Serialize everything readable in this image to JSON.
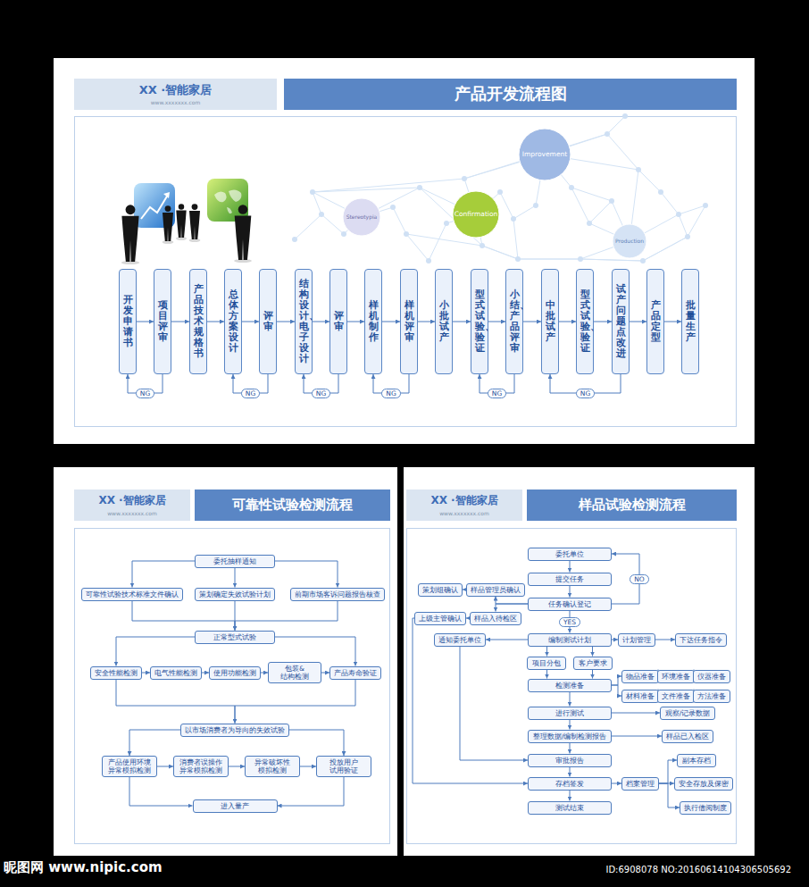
{
  "diagram": {
    "title": "产品开发流程图",
    "nodes": [
      {
        "text": [
          "Stereotypia"
        ]
      },
      {
        "text": [
          "Confirmation"
        ]
      },
      {
        "text": [
          "Improvement"
        ]
      },
      {
        "text": [
          "Production"
        ]
      },
      {
        "text": [
          "开发申请书"
        ]
      },
      {
        "text": [
          "项目评审"
        ]
      },
      {
        "text": [
          "产品技术规格书"
        ]
      },
      {
        "text": [
          "总体方案设计"
        ]
      },
      {
        "text": [
          "评审"
        ]
      },
      {
        "text": [
          "结构设计、电子设计"
        ]
      },
      {
        "text": [
          "评审"
        ]
      },
      {
        "text": [
          "样机制作"
        ]
      },
      {
        "text": [
          "样机评审"
        ]
      },
      {
        "text": [
          "小批试产"
        ]
      },
      {
        "text": [
          "型式试验、验证"
        ]
      },
      {
        "text": [
          "小结、产品评审"
        ]
      },
      {
        "text": [
          "中批试产"
        ]
      },
      {
        "text": [
          "型式试验、验证"
        ]
      },
      {
        "text": [
          "试产问题点改进"
        ]
      },
      {
        "text": [
          "产品定型"
        ]
      },
      {
        "text": [
          "批量生产"
        ]
      },
      {
        "text": [
          "委托抽样通知"
        ]
      },
      {
        "text": [
          "可靠性试验技术标准文件确认"
        ]
      },
      {
        "text": [
          "策划确定失效试验计划"
        ]
      },
      {
        "text": [
          "前期市场客诉问题报告核查"
        ]
      },
      {
        "text": [
          "正常型式试验"
        ]
      },
      {
        "text": [
          "安全性能检测"
        ]
      },
      {
        "text": [
          "电气性能检测"
        ]
      },
      {
        "text": [
          "使用功能检测"
        ]
      },
      {
        "text": [
          "包装&结构检测"
        ]
      },
      {
        "text": [
          "产品寿命验证"
        ]
      },
      {
        "text": [
          "以市场消费者为导向的失效试验"
        ]
      },
      {
        "text": [
          "产品使用环境 异常模拟检测"
        ]
      },
      {
        "text": [
          "消费者误操作 异常模拟检测"
        ]
      },
      {
        "text": [
          "异常破坏性 模拟检测"
        ]
      },
      {
        "text": [
          "投放用户 试用验证"
        ]
      },
      {
        "text": [
          "进入量产"
        ]
      },
      {
        "text": [
          "委托单位"
        ]
      },
      {
        "text": [
          "提交任务"
        ]
      },
      {
        "text": [
          "策划组确认"
        ]
      },
      {
        "text": [
          "样品管理员确认"
        ]
      },
      {
        "text": [
          "任务确认登记"
        ]
      },
      {
        "text": [
          "上级主管确认"
        ]
      },
      {
        "text": [
          "样品入待检区"
        ]
      },
      {
        "text": [
          "通知委托单位"
        ]
      },
      {
        "text": [
          "编制测试计划"
        ]
      },
      {
        "text": [
          "计划管理"
        ]
      },
      {
        "text": [
          "下达任务指令"
        ]
      },
      {
        "text": [
          "项目分包"
        ]
      },
      {
        "text": [
          "客户要求"
        ]
      },
      {
        "text": [
          "检测准备"
        ]
      },
      {
        "text": [
          "物品准备"
        ]
      },
      {
        "text": [
          "环境准备"
        ]
      },
      {
        "text": [
          "仪器准备"
        ]
      },
      {
        "text": [
          "材料准备"
        ]
      },
      {
        "text": [
          "文件准备"
        ]
      },
      {
        "text": [
          "方法准备"
        ]
      },
      {
        "text": [
          "进行测试"
        ]
      },
      {
        "text": [
          "观察/记录数据"
        ]
      },
      {
        "text": [
          "整理数据/编制检测报告"
        ]
      },
      {
        "text": [
          "样品已入检区"
        ]
      },
      {
        "text": [
          "审批报告"
        ]
      },
      {
        "text": [
          "存档签发"
        ]
      },
      {
        "text": [
          "档案管理"
        ]
      },
      {
        "text": [
          "副本存档"
        ]
      },
      {
        "text": [
          "安全存放及保密"
        ]
      },
      {
        "text": [
          "执行借阅制度"
        ]
      },
      {
        "text": [
          "测试结束"
        ]
      }
    ],
    "edges": [
      {
        "from": 4,
        "to": 5,
        "arrow": "to"
      },
      {
        "from": 5,
        "to": 6,
        "arrow": "to"
      },
      {
        "from": 6,
        "to": 7,
        "arrow": "to"
      },
      {
        "from": 7,
        "to": 8,
        "arrow": "to"
      },
      {
        "from": 8,
        "to": 9,
        "arrow": "to"
      },
      {
        "from": 9,
        "to": 10,
        "arrow": "to"
      },
      {
        "from": 10,
        "to": 11,
        "arrow": "to"
      },
      {
        "from": 11,
        "to": 12,
        "arrow": "to"
      },
      {
        "from": 12,
        "to": 13,
        "arrow": "to"
      },
      {
        "from": 13,
        "to": 14,
        "arrow": "to"
      },
      {
        "from": 14,
        "to": 15,
        "arrow": "to"
      },
      {
        "from": 15,
        "to": 16,
        "arrow": "to"
      },
      {
        "from": 16,
        "to": 17,
        "arrow": "to"
      },
      {
        "from": 17,
        "to": 18,
        "arrow": "to"
      },
      {
        "from": 18,
        "to": 19,
        "arrow": "to"
      },
      {
        "from": 19,
        "to": 20,
        "arrow": "to"
      },
      {
        "from": 5,
        "to": 4,
        "label": "NG",
        "arrow": "to"
      },
      {
        "from": 8,
        "to": 7,
        "label": "NG",
        "arrow": "to"
      },
      {
        "from": 10,
        "to": 9,
        "label": "NG",
        "arrow": "to"
      },
      {
        "from": 12,
        "to": 11,
        "label": "NG",
        "arrow": "to"
      },
      {
        "from": 15,
        "to": 14,
        "label": "NG",
        "arrow": "to"
      },
      {
        "from": 18,
        "to": 16,
        "label": "NG",
        "arrow": "to"
      },
      {
        "from": 21,
        "to": 22,
        "arrow": "to"
      },
      {
        "from": 21,
        "to": 23,
        "arrow": "to"
      },
      {
        "from": 21,
        "to": 24,
        "arrow": "to"
      },
      {
        "from": 22,
        "to": 25,
        "arrow": "to"
      },
      {
        "from": 23,
        "to": 25,
        "arrow": "to"
      },
      {
        "from": 24,
        "to": 25,
        "arrow": "to"
      },
      {
        "from": 25,
        "to": 26,
        "arrow": "to"
      },
      {
        "from": 25,
        "to": 30,
        "arrow": "to"
      },
      {
        "from": 26,
        "to": 27,
        "arrow": "to"
      },
      {
        "from": 27,
        "to": 28,
        "arrow": "to"
      },
      {
        "from": 28,
        "to": 29,
        "arrow": "to"
      },
      {
        "from": 29,
        "to": 30,
        "arrow": "to"
      },
      {
        "from": 26,
        "to": 31,
        "arrow": "to"
      },
      {
        "from": 30,
        "to": 31,
        "arrow": "to"
      },
      {
        "from": 31,
        "to": 32,
        "arrow": "to"
      },
      {
        "from": 31,
        "to": 35,
        "arrow": "to"
      },
      {
        "from": 32,
        "to": 33,
        "arrow": "to"
      },
      {
        "from": 33,
        "to": 34,
        "arrow": "to"
      },
      {
        "from": 34,
        "to": 35,
        "arrow": "to"
      },
      {
        "from": 32,
        "to": 36,
        "arrow": "to"
      },
      {
        "from": 35,
        "to": 36,
        "arrow": "to"
      },
      {
        "from": 37,
        "to": 38,
        "arrow": "to"
      },
      {
        "from": 38,
        "to": 41,
        "arrow": "to"
      },
      {
        "from": 41,
        "to": 37,
        "label": "NO",
        "arrow": "to"
      },
      {
        "from": 41,
        "to": 40,
        "arrow": "to"
      },
      {
        "from": 41,
        "to": 43,
        "arrow": "to"
      },
      {
        "from": 40,
        "to": 39,
        "arrow": "to"
      },
      {
        "from": 43,
        "to": 42,
        "arrow": "to"
      },
      {
        "from": 41,
        "to": 45,
        "label": "YES",
        "arrow": "to"
      },
      {
        "from": 45,
        "to": 44,
        "arrow": "to"
      },
      {
        "from": 45,
        "to": 46,
        "arrow": "to"
      },
      {
        "from": 46,
        "to": 47,
        "arrow": "to"
      },
      {
        "from": 45,
        "to": 48,
        "arrow": "to"
      },
      {
        "from": 45,
        "to": 49,
        "arrow": "to"
      },
      {
        "from": 48,
        "to": 50,
        "arrow": "to"
      },
      {
        "from": 49,
        "to": 50,
        "arrow": "to"
      },
      {
        "from": 50,
        "to": 51,
        "arrow": "to"
      },
      {
        "from": 51,
        "to": 52,
        "arrow": "none"
      },
      {
        "from": 52,
        "to": 53,
        "arrow": "none"
      },
      {
        "from": 50,
        "to": 54,
        "arrow": "to"
      },
      {
        "from": 54,
        "to": 55,
        "arrow": "none"
      },
      {
        "from": 55,
        "to": 56,
        "arrow": "none"
      },
      {
        "from": 50,
        "to": 57,
        "arrow": "to"
      },
      {
        "from": 57,
        "to": 58,
        "arrow": "to"
      },
      {
        "from": 57,
        "to": 59,
        "arrow": "to"
      },
      {
        "from": 59,
        "to": 60,
        "arrow": "to"
      },
      {
        "from": 59,
        "to": 61,
        "arrow": "to"
      },
      {
        "from": 61,
        "to": 62,
        "arrow": "to"
      },
      {
        "from": 62,
        "to": 63,
        "arrow": "to"
      },
      {
        "from": 63,
        "to": 64,
        "arrow": "to"
      },
      {
        "from": 63,
        "to": 65,
        "arrow": "to"
      },
      {
        "from": 63,
        "to": 66,
        "arrow": "to"
      },
      {
        "from": 62,
        "to": 67,
        "arrow": "to"
      },
      {
        "from": 44,
        "to": 61,
        "arrow": "to"
      },
      {
        "from": 42,
        "to": 62,
        "arrow": "to"
      }
    ],
    "labels": [
      "XX ·智能家居",
      "www.xxxxxxx.com",
      "XX ·智能家居",
      "www.xxxxxxx.com",
      "可靠性试验检测流程",
      "XX ·智能家居",
      "www.xxxxxxx.com",
      "样品试验检测流程",
      "昵图网 www.nipic.com",
      "ID:6908078 NO:20160614104306505692"
    ]
  }
}
